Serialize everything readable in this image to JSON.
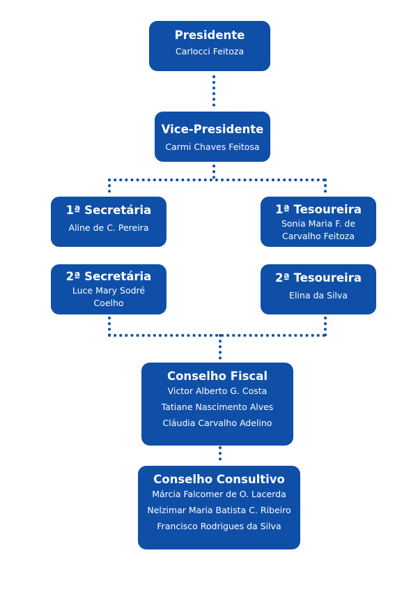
{
  "colors": {
    "box": "#0f4fa8",
    "connector": "#0f4fa8",
    "text": "#ffffff",
    "background": "#ffffff"
  },
  "president": {
    "title": "Presidente",
    "name": "Carlocci Feitoza"
  },
  "vice_president": {
    "title": "Vice-Presidente",
    "name": "Carmi Chaves Feitosa"
  },
  "first_secretary": {
    "title": "1ª Secretária",
    "name": "Aline de C. Pereira"
  },
  "first_treasurer": {
    "title": "1ª Tesoureira",
    "name_line1": "Sonia Maria F. de",
    "name_line2": "Carvalho Feitoza"
  },
  "second_secretary": {
    "title": "2ª Secretária",
    "name_line1": "Luce Mary Sodré",
    "name_line2": "Coelho"
  },
  "second_treasurer": {
    "title": "2ª Tesoureira",
    "name": "Elina da Silva"
  },
  "fiscal_council": {
    "title": "Conselho Fiscal",
    "members": [
      "Victor Alberto G. Costa",
      "Tatiane Nascimento Alves",
      "Cláudia Carvalho Adelino"
    ]
  },
  "advisory_council": {
    "title": "Conselho Consultivo",
    "members": [
      "Márcia Falcomer de O. Lacerda",
      "Nelzimar Maria Batista C. Ribeiro",
      "Francisco Rodrigues da Silva"
    ]
  }
}
